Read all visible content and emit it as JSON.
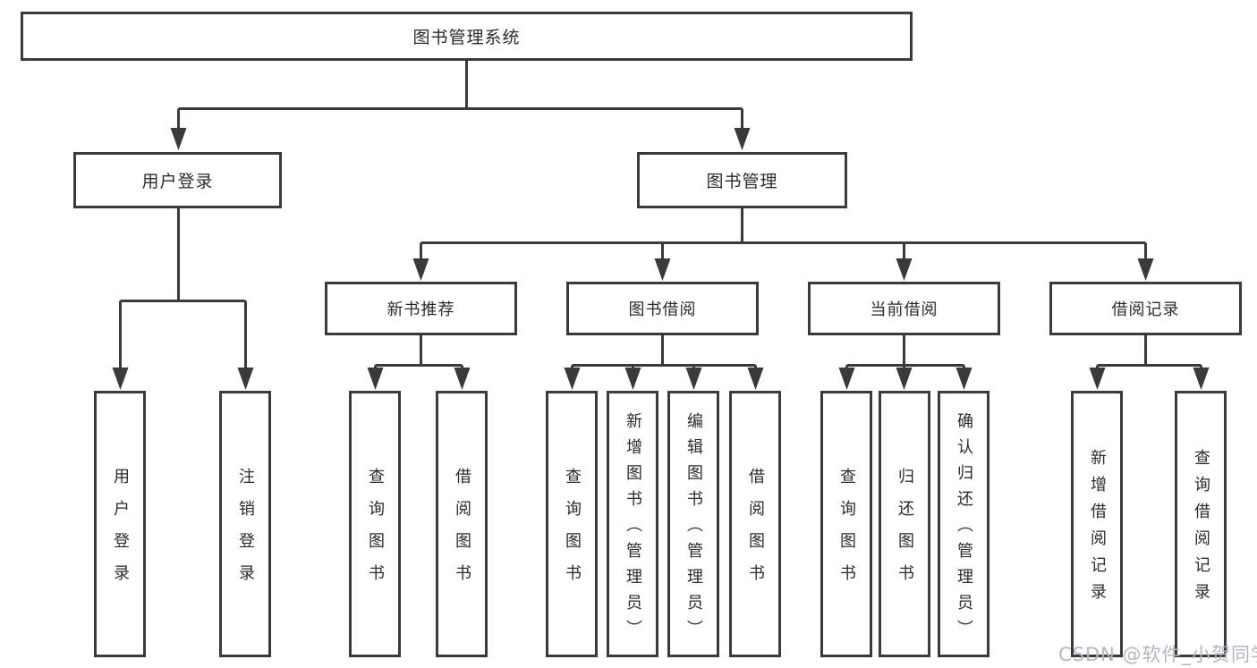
{
  "nodes": {
    "root": "图书管理系统",
    "user_login": "用户登录",
    "book_mgmt": "图书管理",
    "new_books": "新书推荐",
    "book_borrow": "图书借阅",
    "current_borrow": "当前借阅",
    "borrow_records": "借阅记录",
    "leaf_user_login": "用户登录",
    "leaf_logout": "注销登录",
    "leaf_nb_query": "查询图书",
    "leaf_nb_borrow": "借阅图书",
    "leaf_bb_query": "查询图书",
    "leaf_bb_add": "新增图书（管理员）",
    "leaf_bb_edit": "编辑图书（管理员）",
    "leaf_bb_borrow": "借阅图书",
    "leaf_cb_query": "查询图书",
    "leaf_cb_return": "归还图书",
    "leaf_cb_confirm": "确认归还（管理员）",
    "leaf_br_add": "新增借阅记录",
    "leaf_br_query": "查询借阅记录"
  },
  "watermark": "CSDN @软件_小贺同学",
  "colors": {
    "line": "#3a3a3a",
    "text": "#2b2b2b",
    "watermark": "#b4b7bd",
    "background": "#ffffff"
  }
}
